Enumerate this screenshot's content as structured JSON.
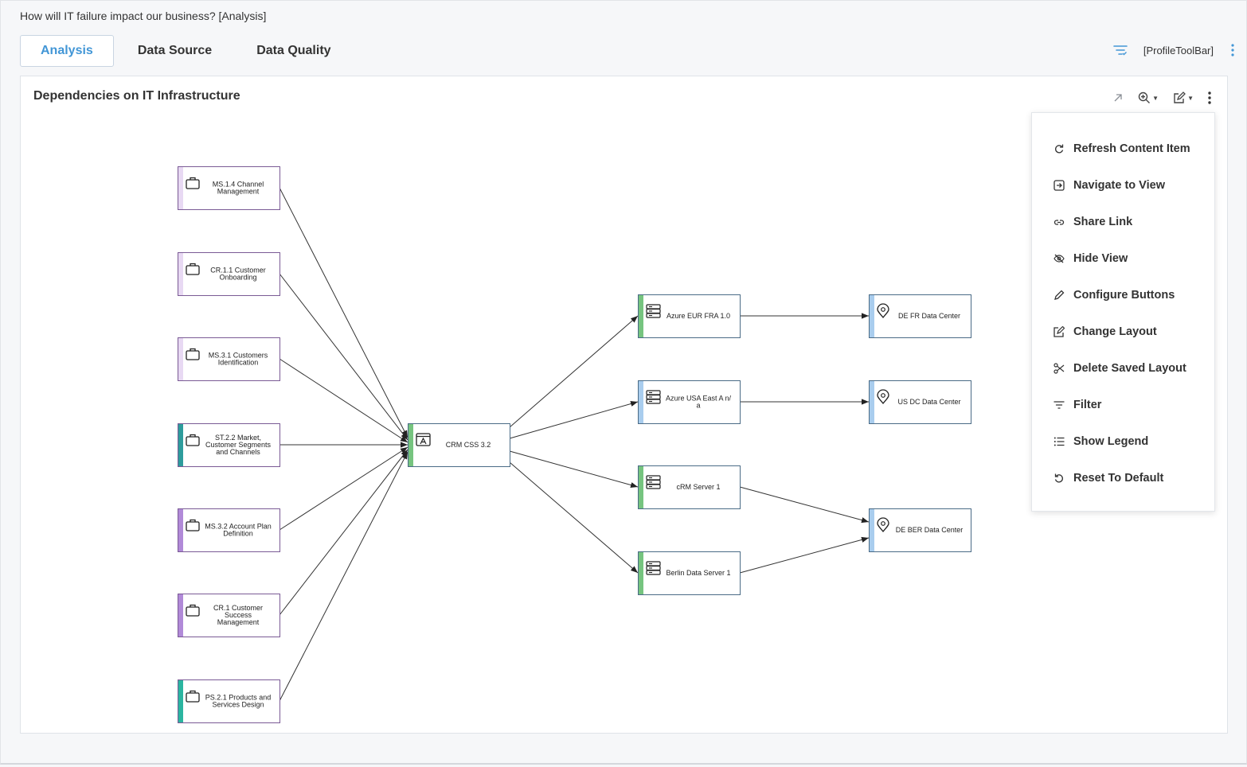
{
  "page": {
    "title": "How will IT failure impact our business? [Analysis]"
  },
  "tabs": [
    {
      "label": "Analysis",
      "active": true
    },
    {
      "label": "Data Source",
      "active": false
    },
    {
      "label": "Data Quality",
      "active": false
    }
  ],
  "toolbar": {
    "profile_label": "[ProfileToolBar]",
    "icons": [
      "filter-icon",
      "kebab-menu-icon"
    ]
  },
  "panel": {
    "title": "Dependencies on IT Infrastructure",
    "tools": [
      "expand-icon",
      "zoom-icon",
      "edit-icon",
      "kebab-menu-icon"
    ]
  },
  "diagram": {
    "nodes": [
      {
        "id": "n1",
        "lines": [
          "MS.1.4 Channel",
          "Management"
        ],
        "icon": "briefcase-icon",
        "accent": "#e8d9f3"
      },
      {
        "id": "n2",
        "lines": [
          "CR.1.1 Customer",
          "Onboarding"
        ],
        "icon": "briefcase-icon",
        "accent": "#e8d9f3"
      },
      {
        "id": "n3",
        "lines": [
          "MS.3.1 Customers",
          "Identification"
        ],
        "icon": "briefcase-icon",
        "accent": "#e8d9f3"
      },
      {
        "id": "n4",
        "lines": [
          "ST.2.2 Market,",
          "Customer Segments",
          "and  Channels"
        ],
        "icon": "briefcase-icon",
        "accent": "#2e9c9c"
      },
      {
        "id": "n5",
        "lines": [
          "MS.3.2 Account Plan",
          "Definition"
        ],
        "icon": "briefcase-icon",
        "accent": "#b18ad8"
      },
      {
        "id": "n6",
        "lines": [
          "CR.1 Customer",
          "Success",
          "Management"
        ],
        "icon": "briefcase-icon",
        "accent": "#b18ad8"
      },
      {
        "id": "n7",
        "lines": [
          "PS.2.1 Products and",
          "Services Design"
        ],
        "icon": "briefcase-icon",
        "accent": "#2bb5a0"
      },
      {
        "id": "crm",
        "lines": [
          "CRM CSS 3.2"
        ],
        "icon": "application-icon",
        "accent": "#76c47f"
      },
      {
        "id": "s1",
        "lines": [
          "Azure EUR FRA 1.0"
        ],
        "icon": "server-icon",
        "accent": "#76c47f"
      },
      {
        "id": "s2",
        "lines": [
          "Azure USA East A n/",
          "a"
        ],
        "icon": "server-icon",
        "accent": "#a9cdee"
      },
      {
        "id": "s3",
        "lines": [
          "cRM Server 1"
        ],
        "icon": "server-icon",
        "accent": "#76c47f"
      },
      {
        "id": "s4",
        "lines": [
          "Berlin Data Server 1"
        ],
        "icon": "server-icon",
        "accent": "#76c47f"
      },
      {
        "id": "d1",
        "lines": [
          "DE FR Data Center"
        ],
        "icon": "location-icon",
        "accent": "#a9cdee"
      },
      {
        "id": "d2",
        "lines": [
          "US DC Data Center"
        ],
        "icon": "location-icon",
        "accent": "#a9cdee"
      },
      {
        "id": "d3",
        "lines": [
          "DE BER Data Center"
        ],
        "icon": "location-icon",
        "accent": "#a9cdee"
      }
    ],
    "edges": [
      [
        "n1",
        "crm"
      ],
      [
        "n2",
        "crm"
      ],
      [
        "n3",
        "crm"
      ],
      [
        "n4",
        "crm"
      ],
      [
        "n5",
        "crm"
      ],
      [
        "n6",
        "crm"
      ],
      [
        "n7",
        "crm"
      ],
      [
        "crm",
        "s1"
      ],
      [
        "crm",
        "s2"
      ],
      [
        "crm",
        "s3"
      ],
      [
        "crm",
        "s4"
      ],
      [
        "s1",
        "d1"
      ],
      [
        "s2",
        "d2"
      ],
      [
        "s3",
        "d3"
      ],
      [
        "s4",
        "d3"
      ]
    ]
  },
  "menu": {
    "items": [
      {
        "label": "Refresh Content Item",
        "icon": "refresh-icon"
      },
      {
        "label": "Navigate to View",
        "icon": "navigate-icon"
      },
      {
        "label": "Share Link",
        "icon": "link-icon"
      },
      {
        "label": "Hide View",
        "icon": "eye-off-icon"
      },
      {
        "label": "Configure Buttons",
        "icon": "pencil-icon"
      },
      {
        "label": "Change Layout",
        "icon": "edit-icon"
      },
      {
        "label": "Delete Saved Layout",
        "icon": "scissors-icon"
      },
      {
        "label": "Filter",
        "icon": "filter-icon"
      },
      {
        "label": "Show Legend",
        "icon": "list-icon"
      },
      {
        "label": "Reset To Default",
        "icon": "reset-icon"
      }
    ]
  }
}
